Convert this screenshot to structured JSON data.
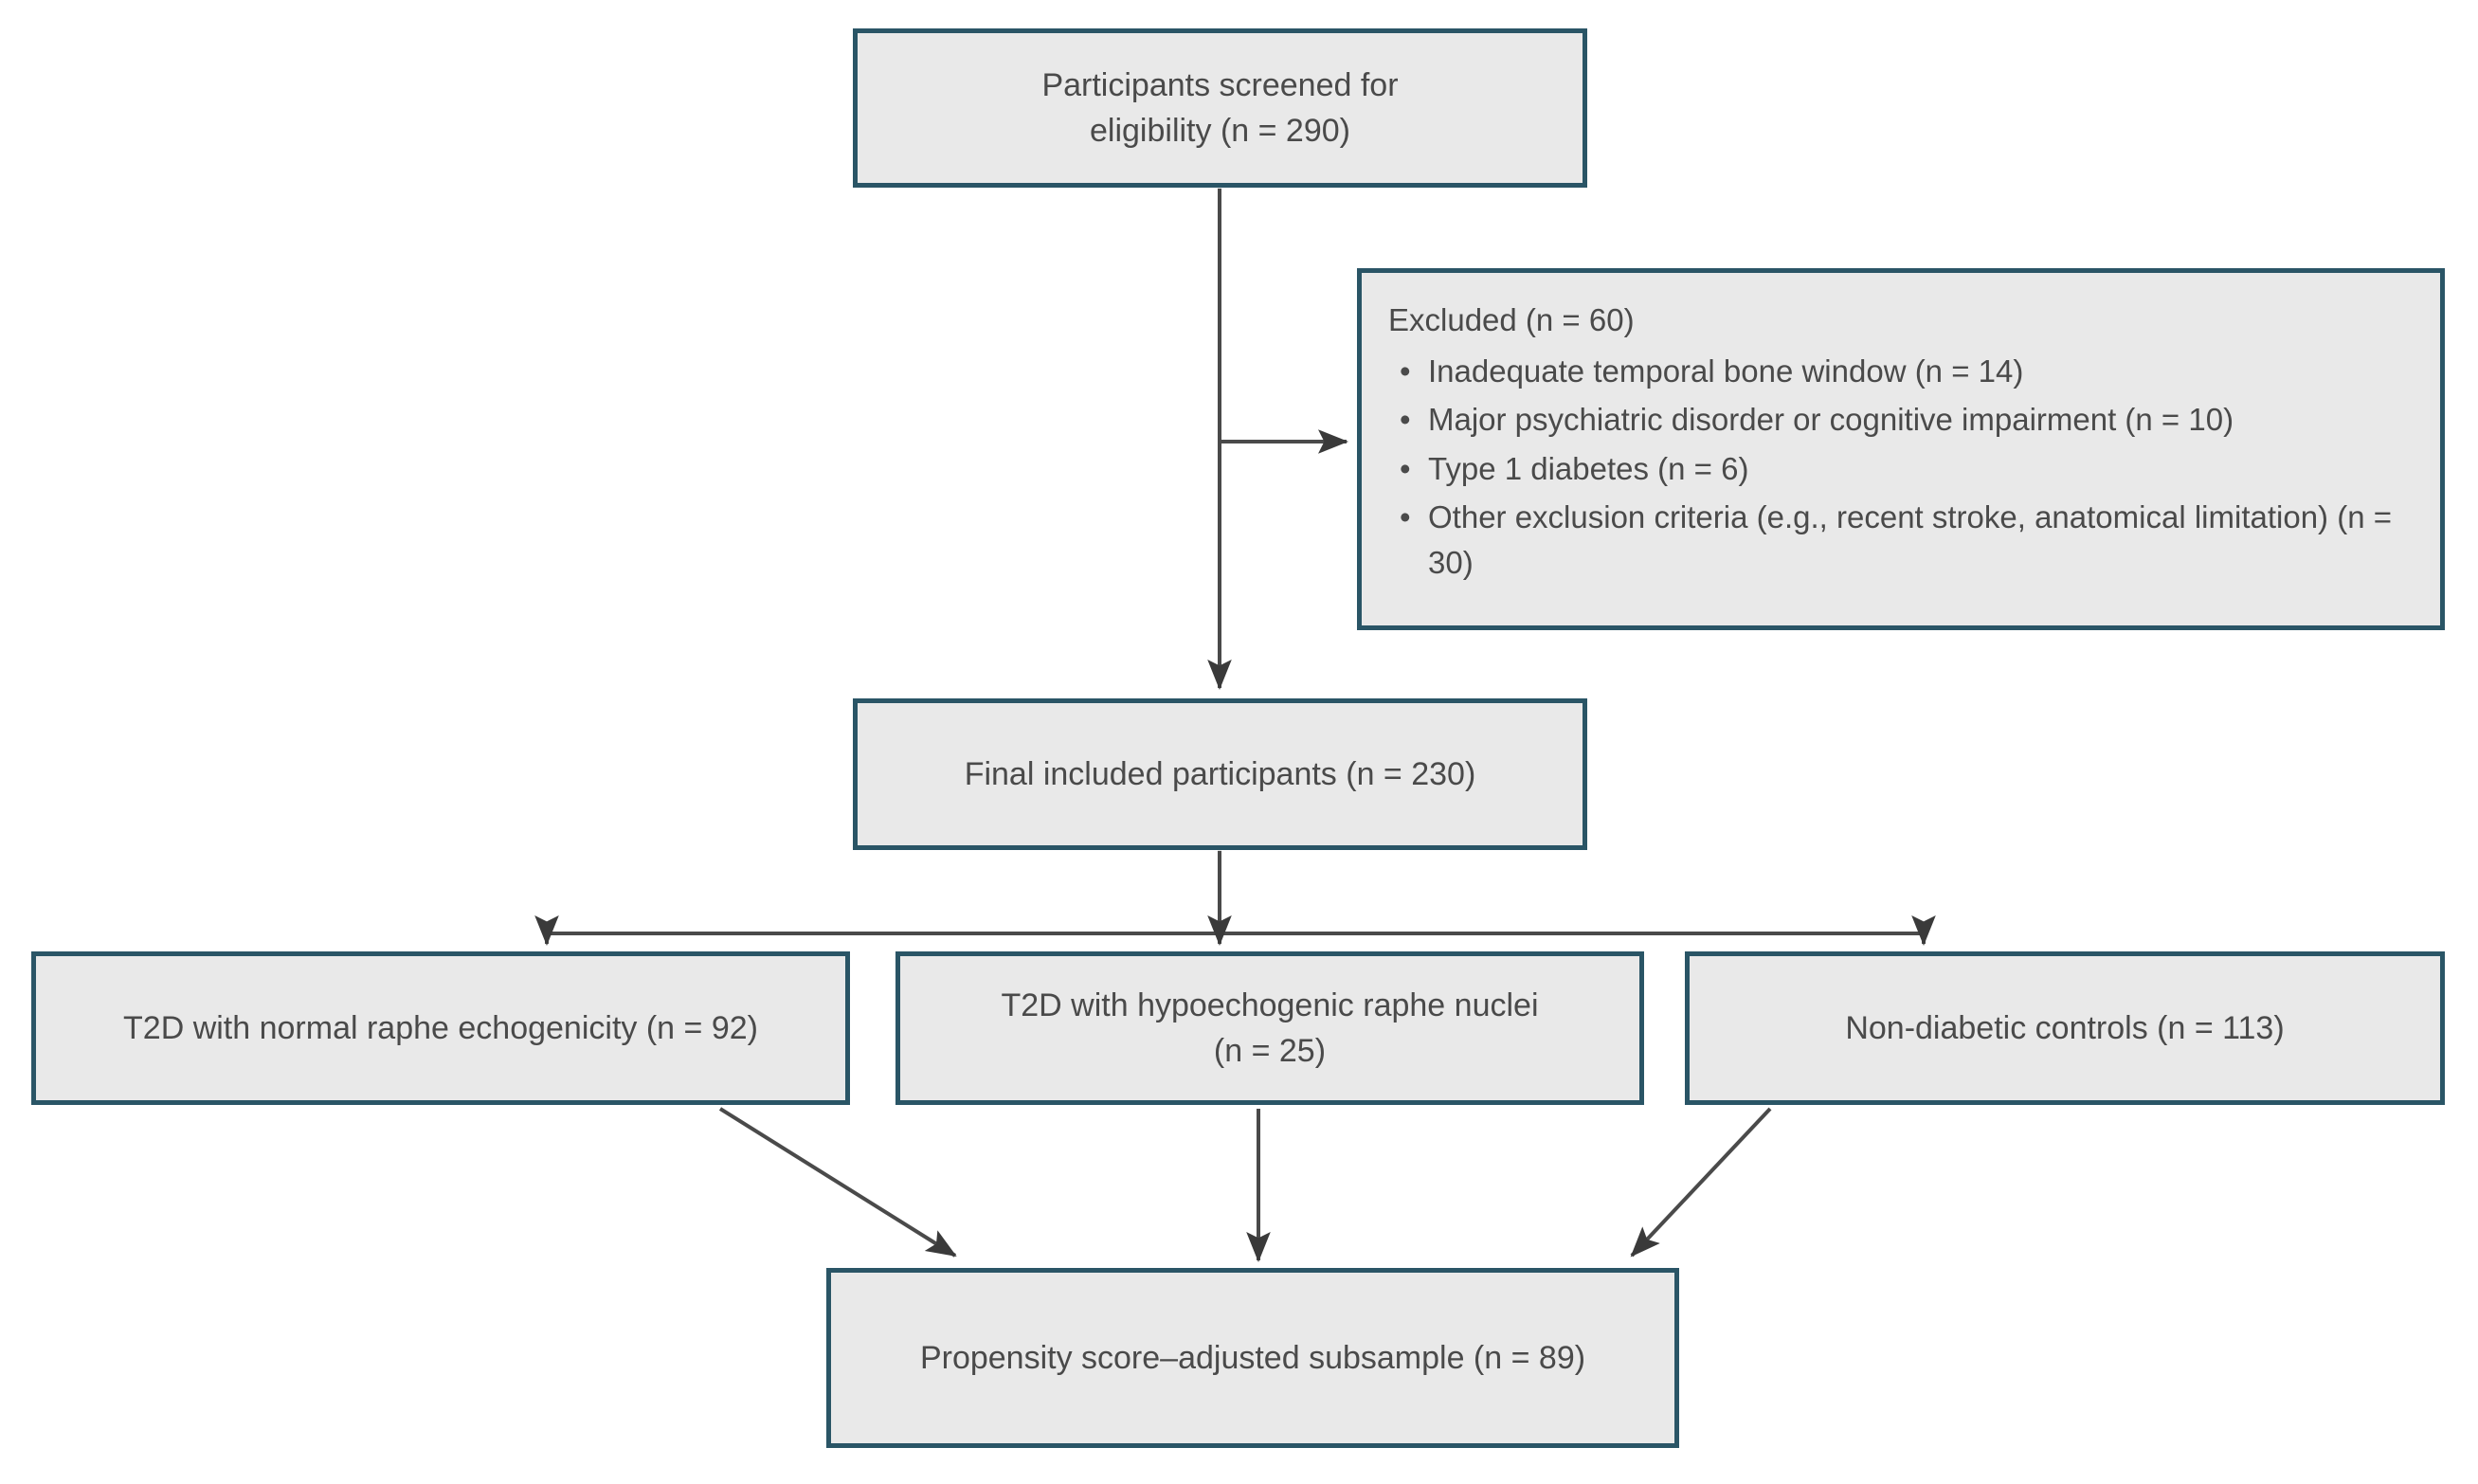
{
  "diagram": {
    "type": "participant-flow-chart",
    "title_visible": false,
    "colors": {
      "node_border": "#2a5566",
      "node_fill": "#e9e9e9",
      "text": "#4a4a4a",
      "connector": "#4a4a4a",
      "background": "#ffffff"
    },
    "nodes": {
      "screened": {
        "label": "Participants screened for\neligibility (n = 290)",
        "n": 290
      },
      "excluded": {
        "title": "Excluded (n = 60)",
        "n": 60,
        "bullet_glyph": "•",
        "items": [
          {
            "label": "Inadequate temporal bone window (n = 14)",
            "n": 14
          },
          {
            "label": "Major psychiatric disorder or cognitive impairment (n = 10)",
            "n": 10
          },
          {
            "label": "Type 1 diabetes (n = 6)",
            "n": 6
          },
          {
            "label": " Other exclusion criteria (e.g., recent stroke, anatomical limitation) (n = 30)",
            "n": 30
          }
        ]
      },
      "included": {
        "label": "Final included participants (n = 230)",
        "n": 230
      },
      "group_normal": {
        "label": "T2D with normal raphe echogenicity (n = 92)",
        "n": 92
      },
      "group_hypo": {
        "label": "T2D with hypoechogenic raphe nuclei\n(n = 25)",
        "n": 25
      },
      "group_control": {
        "label": "Non-diabetic controls (n = 113)",
        "n": 113
      },
      "propensity": {
        "label": "Propensity score–adjusted subsample (n = 89)",
        "n": 89
      }
    },
    "edges": [
      {
        "from": "screened",
        "to": "excluded",
        "style": "elbow-right-arrow"
      },
      {
        "from": "screened",
        "to": "included",
        "style": "vertical-arrow"
      },
      {
        "from": "included",
        "to": "group_normal",
        "style": "branch-arrow"
      },
      {
        "from": "included",
        "to": "group_hypo",
        "style": "branch-arrow"
      },
      {
        "from": "included",
        "to": "group_control",
        "style": "branch-arrow"
      },
      {
        "from": "group_normal",
        "to": "propensity",
        "style": "diagonal-arrow"
      },
      {
        "from": "group_hypo",
        "to": "propensity",
        "style": "vertical-arrow"
      },
      {
        "from": "group_control",
        "to": "propensity",
        "style": "diagonal-arrow"
      }
    ]
  }
}
